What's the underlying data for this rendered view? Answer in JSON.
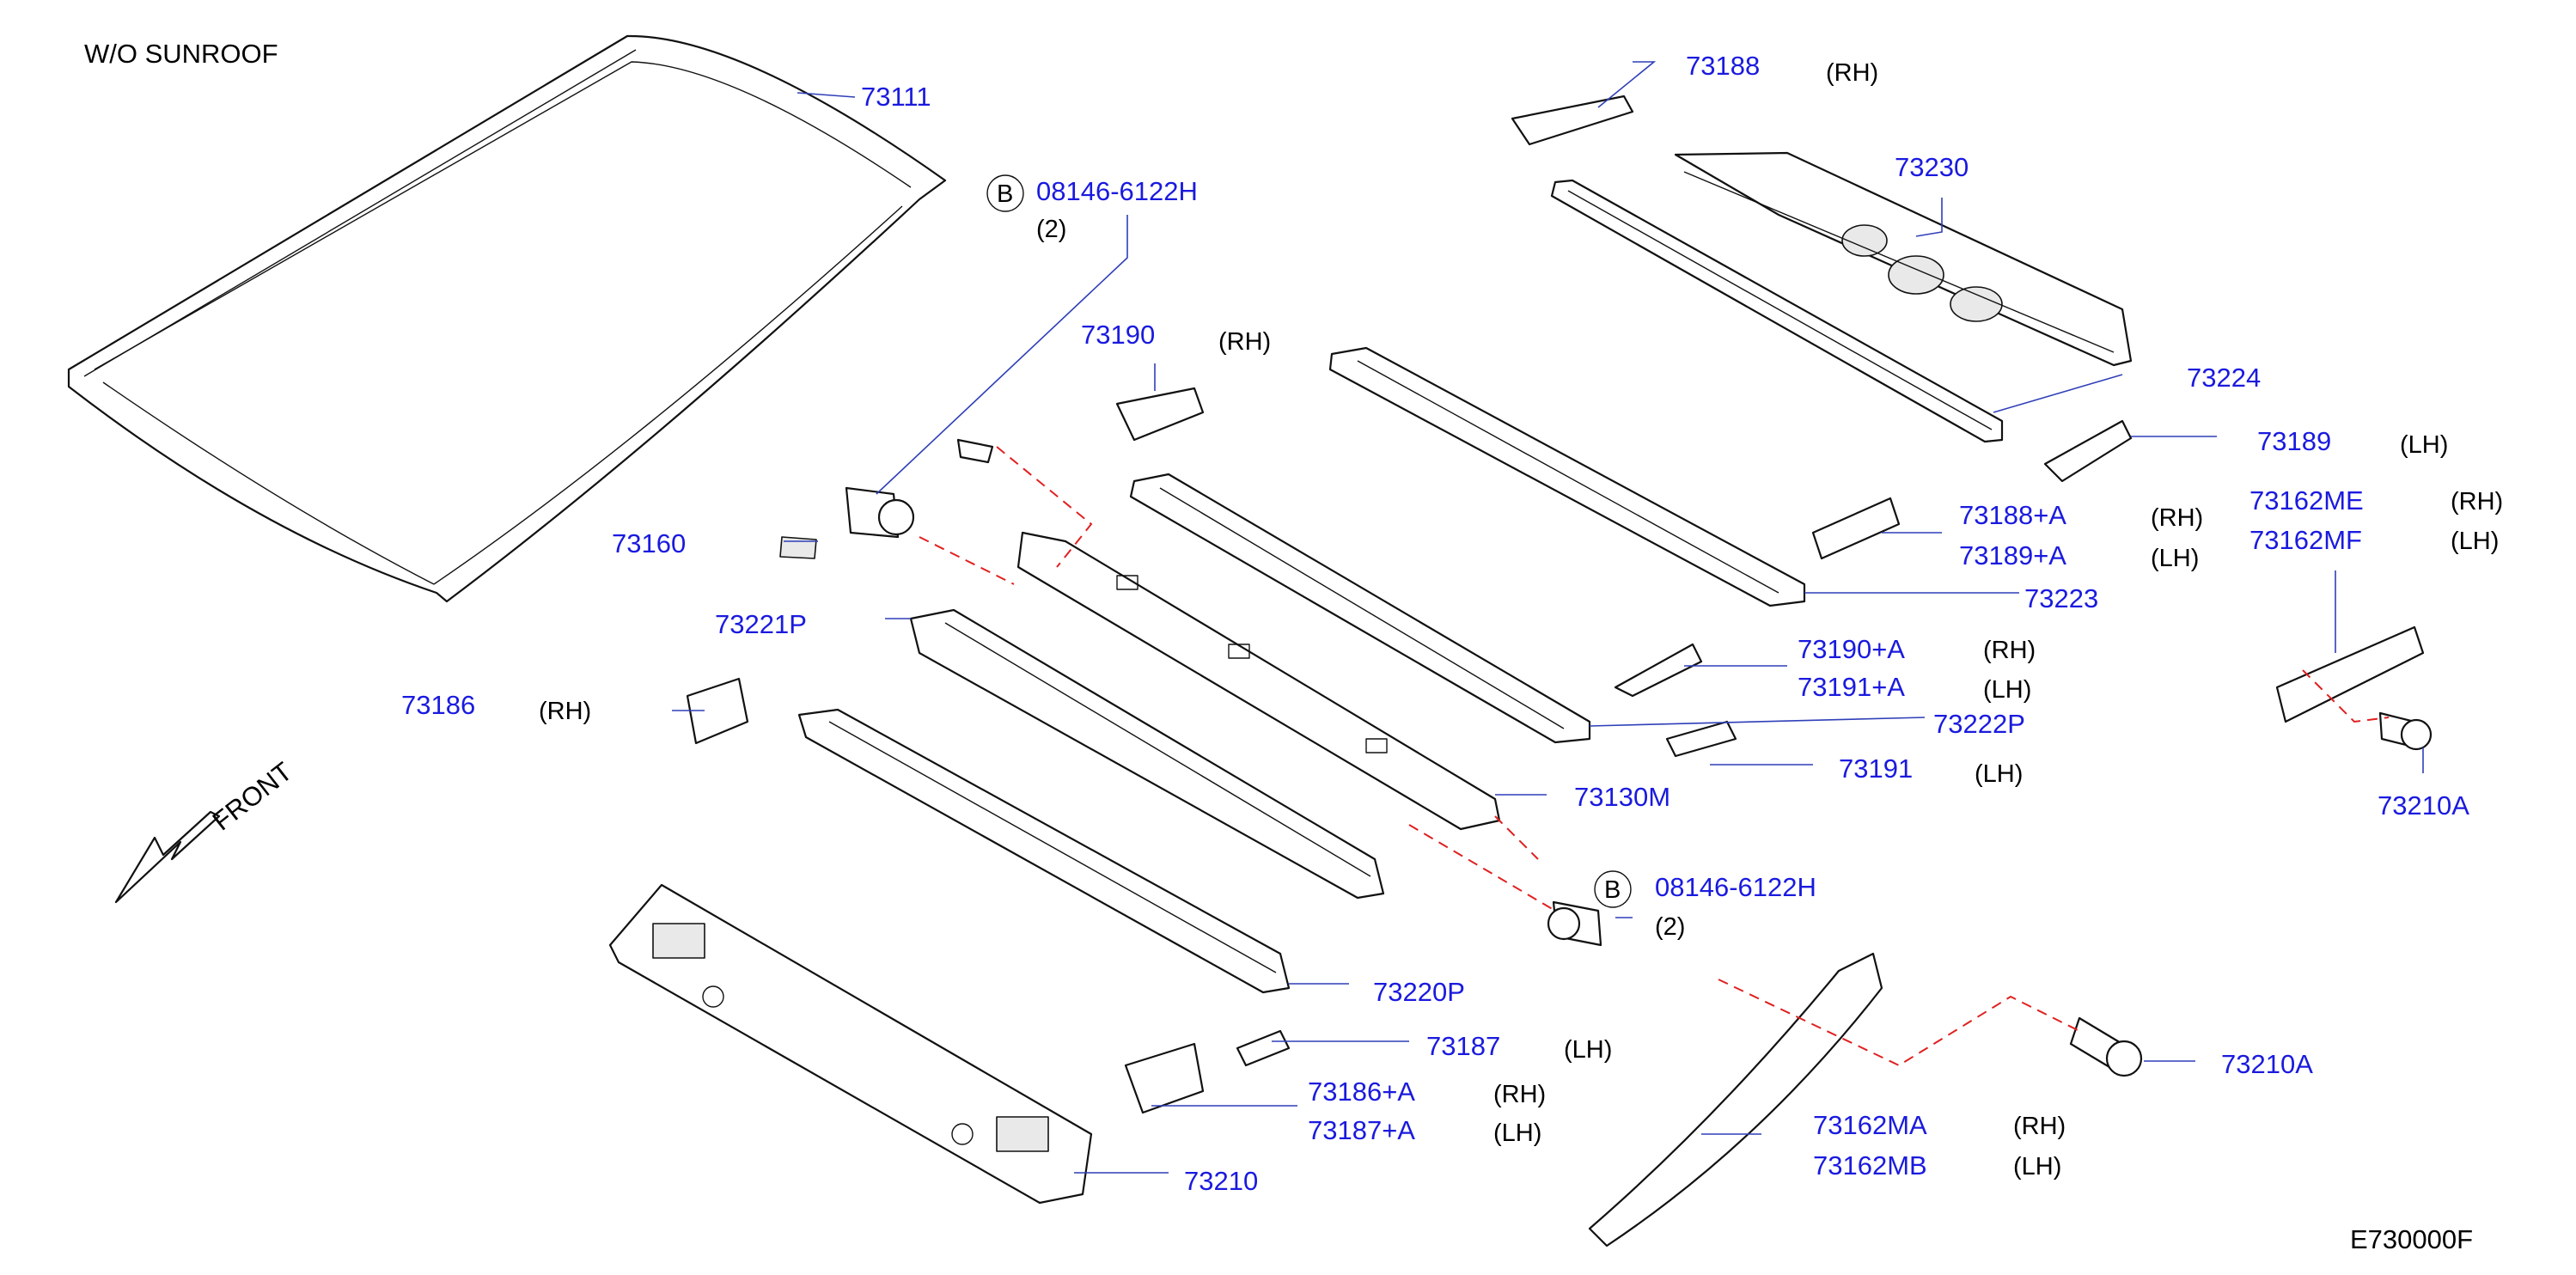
{
  "header": {
    "variant": "W/O  SUNROOF",
    "diagram_code": "E730000F"
  },
  "front_indicator": "FRONT",
  "parts": {
    "p73111": "73111",
    "p08146_top": "08146-6122H",
    "p08146_top_qty": "(2)",
    "p73188": "73188",
    "p73188_side": "(RH)",
    "p73230": "73230",
    "p73190": "73190",
    "p73190_side": "(RH)",
    "p73224": "73224",
    "p73189": "73189",
    "p73189_side": "(LH)",
    "p73160": "73160",
    "p73188a": "73188+A",
    "p73188a_side": "(RH)",
    "p73189a": "73189+A",
    "p73189a_side": "(LH)",
    "p73162me": "73162ME",
    "p73162me_side": "(RH)",
    "p73162mf": "73162MF",
    "p73162mf_side": "(LH)",
    "p73221p": "73221P",
    "p73223": "73223",
    "p73190a": "73190+A",
    "p73190a_side": "(RH)",
    "p73191a": "73191+A",
    "p73191a_side": "(LH)",
    "p73186": "73186",
    "p73186_side": "(RH)",
    "p73222p": "73222P",
    "p73191": "73191",
    "p73191_side": "(LH)",
    "p73130m": "73130M",
    "p73210a_right": "73210A",
    "p08146_bottom": "08146-6122H",
    "p08146_bottom_qty": "(2)",
    "p73220p": "73220P",
    "p73187": "73187",
    "p73187_side": "(LH)",
    "p73186a": "73186+A",
    "p73186a_side": "(RH)",
    "p73187a": "73187+A",
    "p73187a_side": "(LH)",
    "p73210": "73210",
    "p73162ma": "73162MA",
    "p73162ma_side": "(RH)",
    "p73162mb": "73162MB",
    "p73162mb_side": "(LH)",
    "p73210a_bottom": "73210A",
    "bolt_marker_top": "B",
    "bolt_marker_bottom": "B"
  },
  "colors": {
    "part_number": "#1a1adf",
    "leader": "#2f3fb8",
    "dash": "#e02020",
    "ink": "#111111"
  }
}
